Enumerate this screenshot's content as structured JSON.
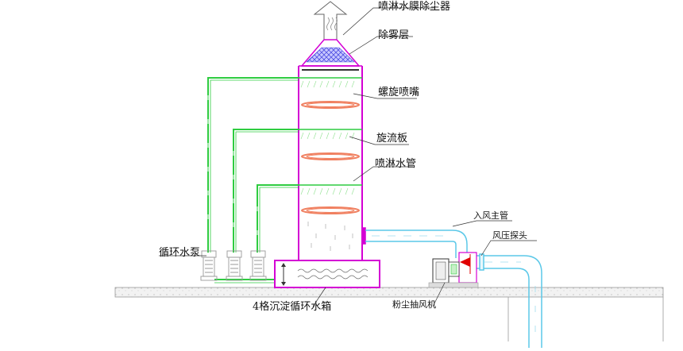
{
  "diagram": {
    "labels": {
      "title": "喷淋水膜除尘器",
      "demister": "除雾层",
      "spiral_nozzle": "螺旋喷嘴",
      "swirl_plate": "旋流板",
      "spray_pipe": "喷淋水管",
      "circulation_pump": "循环水泵",
      "settling_tank": "4格沉淀循环水箱",
      "inlet_main_pipe": "入风主管",
      "pressure_probe": "风压探头",
      "dust_fan": "粉尘抽风机"
    },
    "colors": {
      "tower_outline": "#d400d4",
      "water_pipe": "#2ecc40",
      "air_duct": "#5bc8e8",
      "swirl_plate": "#f08060",
      "demister": "#5a5aff",
      "ground": "#999999",
      "fan_arrow": "#e00000"
    }
  }
}
